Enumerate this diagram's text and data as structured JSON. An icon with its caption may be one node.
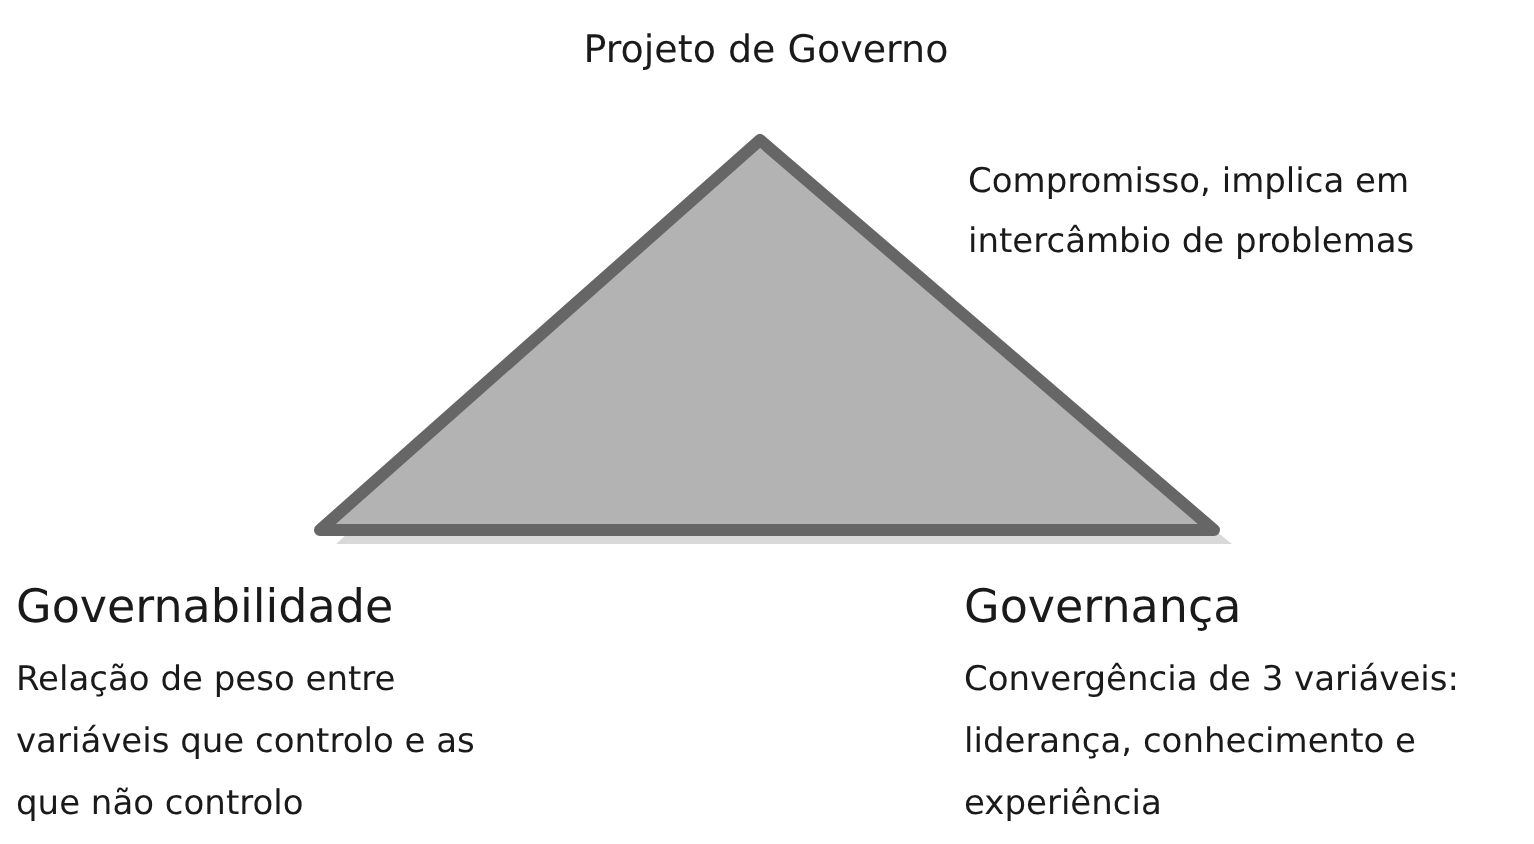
{
  "diagram": {
    "labels": [
      "Projeto de Governo",
      "Compromisso, implica em intercâmbio de problemas",
      "Governabilidade",
      "Relação de peso entre variáveis que controlo e as que não controlo",
      "Governança",
      "Convergência de 3 variáveis: liderança, conhecimento e experiência"
    ]
  }
}
